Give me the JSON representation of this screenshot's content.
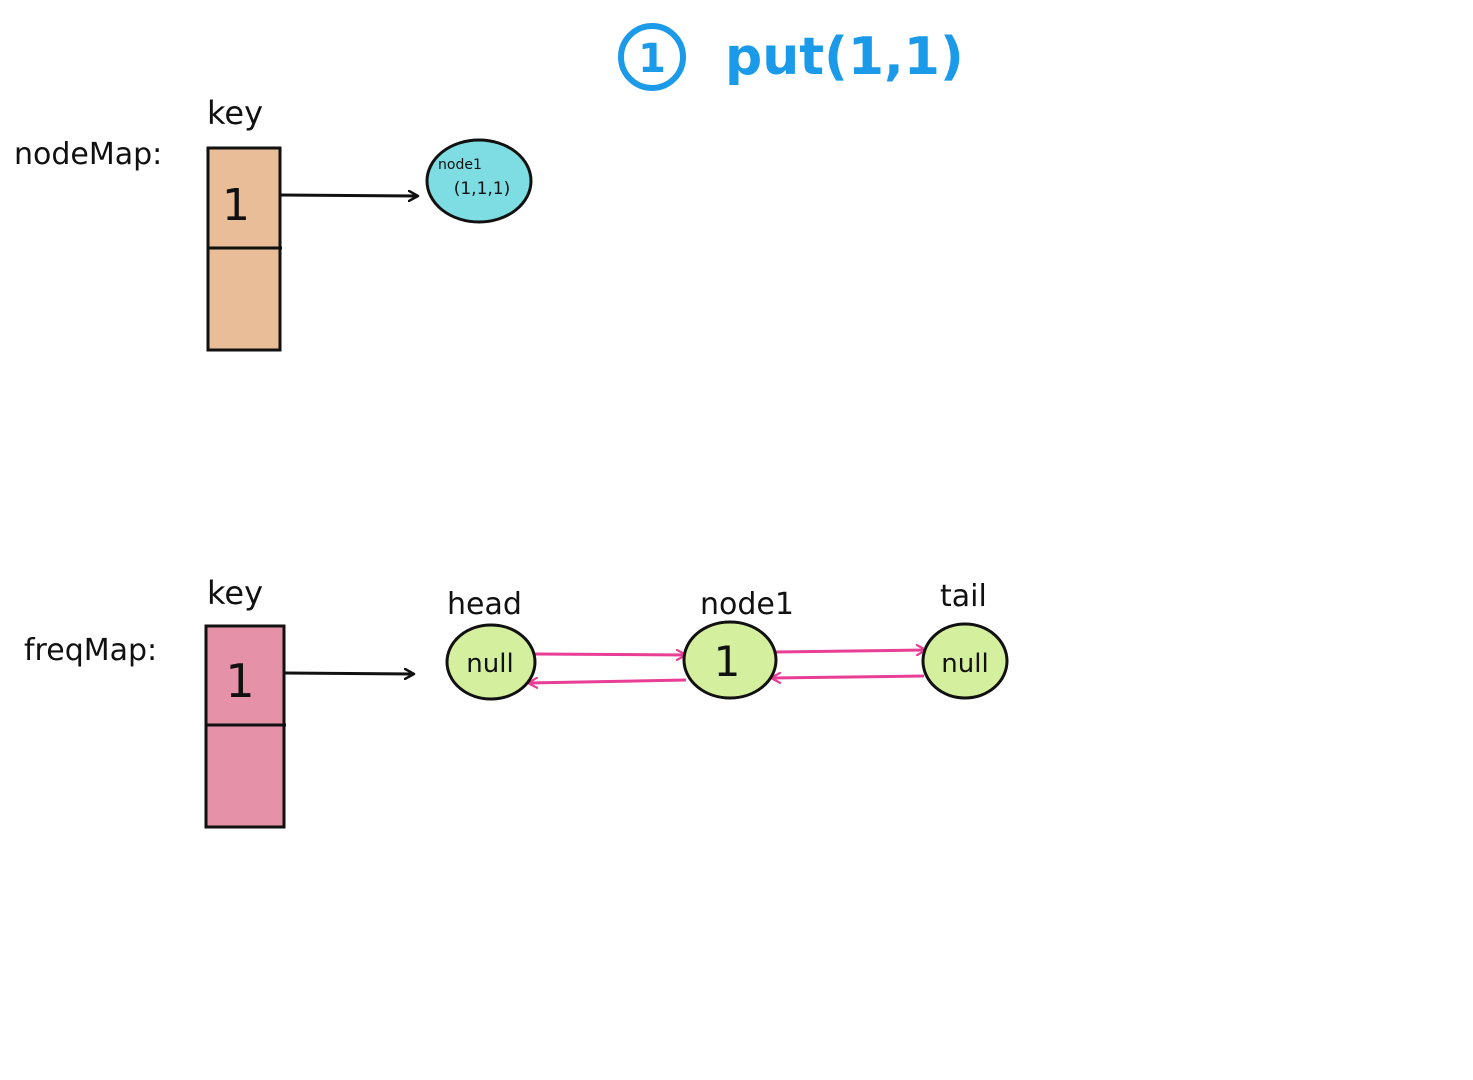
{
  "title": {
    "step_number": "1",
    "text": "put(1,1)",
    "color": "#1a9ae8"
  },
  "node_map": {
    "label": "nodeMap:",
    "key_header": "key",
    "keys": [
      "1"
    ],
    "cell_color": "#e8bd98",
    "target_node": {
      "name": "node1",
      "value": "(1,1,1)",
      "color": "#7ddde2"
    }
  },
  "freq_map": {
    "label": "freqMap:",
    "key_header": "key",
    "keys": [
      "1"
    ],
    "cell_color": "#e592a8",
    "list": {
      "node_color": "#d4ef9e",
      "link_color": "#e83e96",
      "nodes": [
        {
          "label": "head",
          "value": "null"
        },
        {
          "label": "node1",
          "value": "1"
        },
        {
          "label": "tail",
          "value": "null"
        }
      ]
    }
  }
}
